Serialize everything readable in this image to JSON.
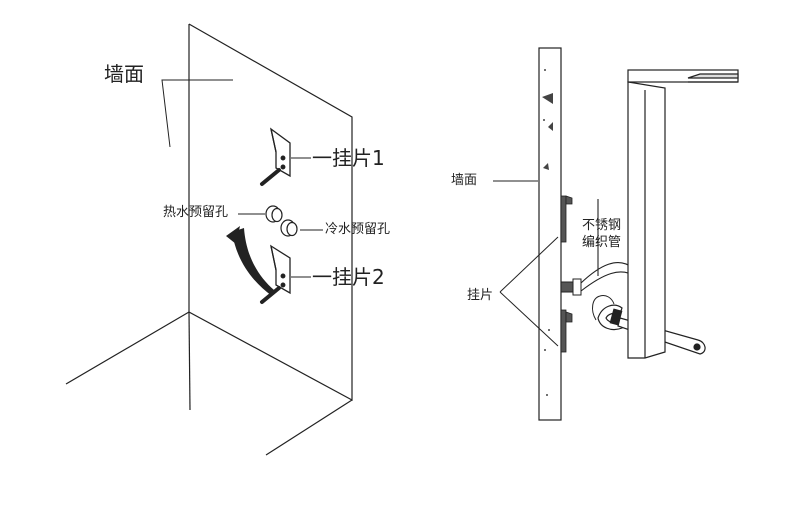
{
  "left_diagram": {
    "wall_label": "墙面",
    "bracket1_label": "一挂片1",
    "bracket2_label": "一挂片2",
    "hot_water_label": "热水预留孔",
    "cold_water_label": "冷水预留孔"
  },
  "right_diagram": {
    "wall_label": "墙面",
    "bracket_label": "挂片",
    "hose_label_line1": "不锈钢",
    "hose_label_line2": "编织管"
  }
}
